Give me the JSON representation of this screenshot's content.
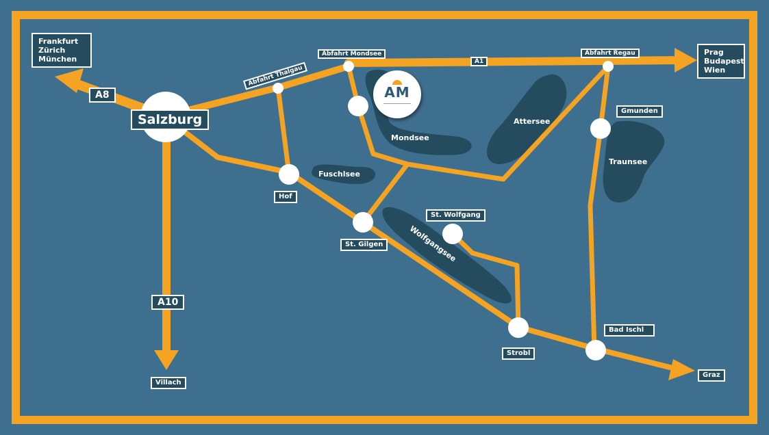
{
  "colors": {
    "background": "#3f6f8e",
    "road": "#f4a322",
    "lake": "#244c5e",
    "label_bg": "#244c5e",
    "label_text": "#ffffff",
    "node": "#ffffff"
  },
  "destinations": {
    "northwest": "Frankfurt\nZürich\nMünchen",
    "east": "Prag\nBudapest\nWien",
    "south": "Villach",
    "southeast": "Graz"
  },
  "roads": {
    "a8": "A8",
    "a1": "A1",
    "a10": "A10"
  },
  "exits": {
    "thalgau": "Abfahrt Thalgau",
    "mondsee": "Abfahrt Mondsee",
    "regau": "Abfahrt Regau"
  },
  "places": {
    "salzburg": "Salzburg",
    "hof": "Hof",
    "st_gilgen": "St. Gilgen",
    "st_wolfgang": "St. Wolfgang",
    "strobl": "Strobl",
    "bad_ischl": "Bad Ischl",
    "gmunden": "Gmunden"
  },
  "lakes": {
    "mondsee": "Mondsee",
    "attersee": "Attersee",
    "traunsee": "Traunsee",
    "fuschlsee": "Fuschlsee",
    "wolfgangsee": "Wolfgangsee"
  },
  "logo": {
    "text": "AM",
    "icon": "mountain-sun-logo"
  }
}
